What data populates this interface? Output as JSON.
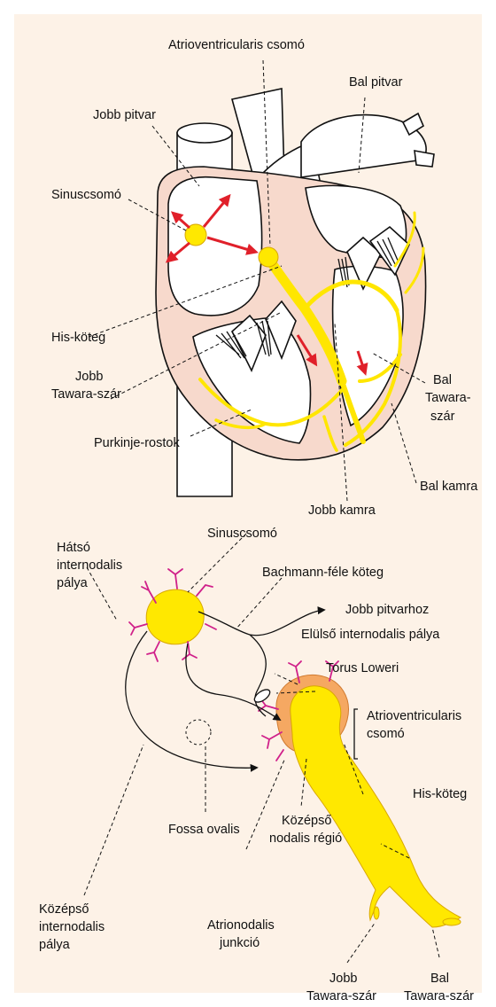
{
  "top_diagram": {
    "labels": {
      "av_node": "Atrioventricularis csomó",
      "left_atrium": "Bal pitvar",
      "right_atrium": "Jobb pitvar",
      "sa_node": "Sinuscsomó",
      "his_bundle": "His-köteg",
      "right_bundle_1": "Jobb",
      "right_bundle_2": "Tawara-szár",
      "left_bundle_1": "Bal",
      "left_bundle_2": "Tawara-",
      "left_bundle_3": "szár",
      "purkinje": "Purkinje-rostok",
      "left_ventricle": "Bal kamra",
      "right_ventricle": "Jobb kamra"
    }
  },
  "bottom_diagram": {
    "labels": {
      "posterior_1": "Hátsó",
      "posterior_2": "internodalis",
      "posterior_3": "pálya",
      "sa_node": "Sinuscsomó",
      "bachmann": "Bachmann-féle köteg",
      "to_right_atrium": "Jobb pitvarhoz",
      "anterior": "Elülső internodalis pálya",
      "torus": "Torus Loweri",
      "av_node_1": "Atrioventricularis",
      "av_node_2": "csomó",
      "his_bundle": "His-köteg",
      "fossa": "Fossa ovalis",
      "mid_nodal_1": "Középső",
      "mid_nodal_2": "nodalis régió",
      "middle_1": "Középső",
      "middle_2": "internodalis",
      "middle_3": "pálya",
      "atrionodal_1": "Atrionodalis",
      "atrionodal_2": "junkció",
      "right_bundle_1": "Jobb",
      "right_bundle_2": "Tawara-szár",
      "left_bundle_1": "Bal",
      "left_bundle_2": "Tawara-szár"
    }
  },
  "colors": {
    "panel": "#fdf2e7",
    "tissue": "#f7d9cc",
    "conduction": "#ffe800",
    "arrow": "#e0202a",
    "av_node": "#f5a862",
    "nerve_ending": "#d0208a"
  }
}
